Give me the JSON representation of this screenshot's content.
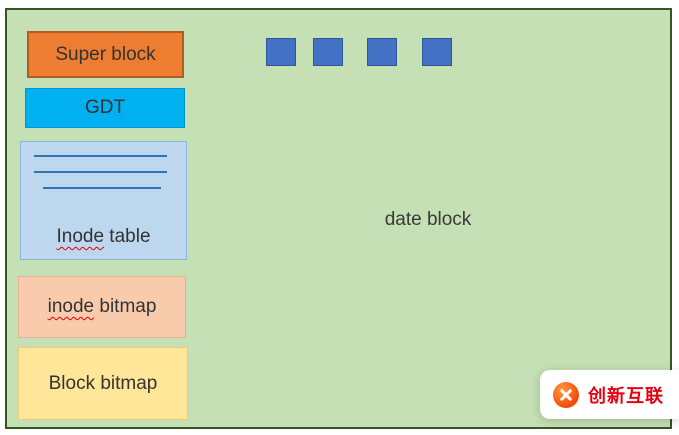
{
  "diagram": {
    "background_color": "#c5e0b4",
    "border_color": "#375623",
    "super_block": {
      "label": "Super block",
      "fill": "#ed7d31"
    },
    "gdt": {
      "label": "GDT",
      "fill": "#00b0f0"
    },
    "inode_table": {
      "label_word": "Inode",
      "label_rest": " table",
      "fill": "#bdd7ee",
      "line_color": "#2e75b6"
    },
    "inode_bitmap": {
      "label_word": "inode",
      "label_rest": " bitmap",
      "fill": "#f8cbad"
    },
    "block_bitmap": {
      "label": "Block bitmap",
      "fill": "#ffe699"
    },
    "data_block_label": "date block",
    "data_block_square_color": "#4472c4",
    "data_block_square_count": 4
  },
  "watermark": {
    "text": "创新互联",
    "logo_color": "#f44708",
    "text_color": "#e60012"
  }
}
